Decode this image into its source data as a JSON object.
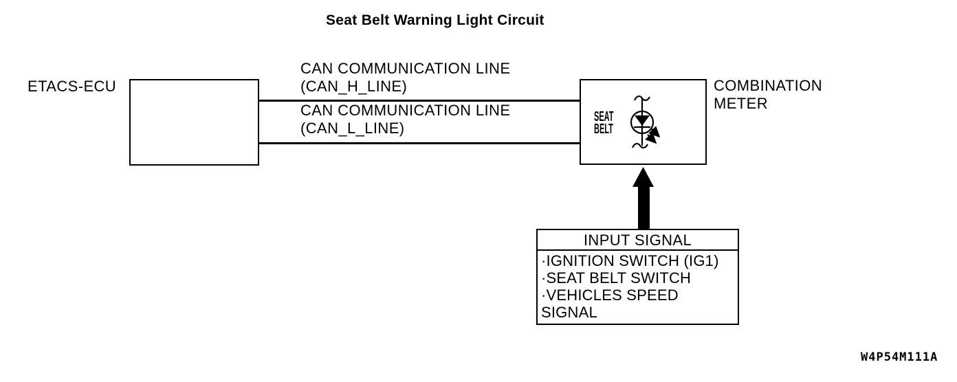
{
  "colors": {
    "ink": "#000000",
    "background": "#ffffff"
  },
  "title": "Seat Belt Warning Light Circuit",
  "etacs": {
    "label": "ETACS-ECU"
  },
  "wires": {
    "can_h": "CAN COMMUNICATION LINE\n(CAN_H_LINE)",
    "can_l": "CAN COMMUNICATION LINE\n(CAN_L_LINE)"
  },
  "combination_meter": {
    "label": "COMBINATION\nMETER",
    "indicator_label": "SEAT\nBELT"
  },
  "input_signal": {
    "header": "INPUT SIGNAL",
    "lines": [
      "·IGNITION SWITCH (IG1)",
      "·SEAT BELT SWITCH",
      "·VEHICLES SPEED",
      "SIGNAL"
    ]
  },
  "figure_code": "W4P54M111A"
}
